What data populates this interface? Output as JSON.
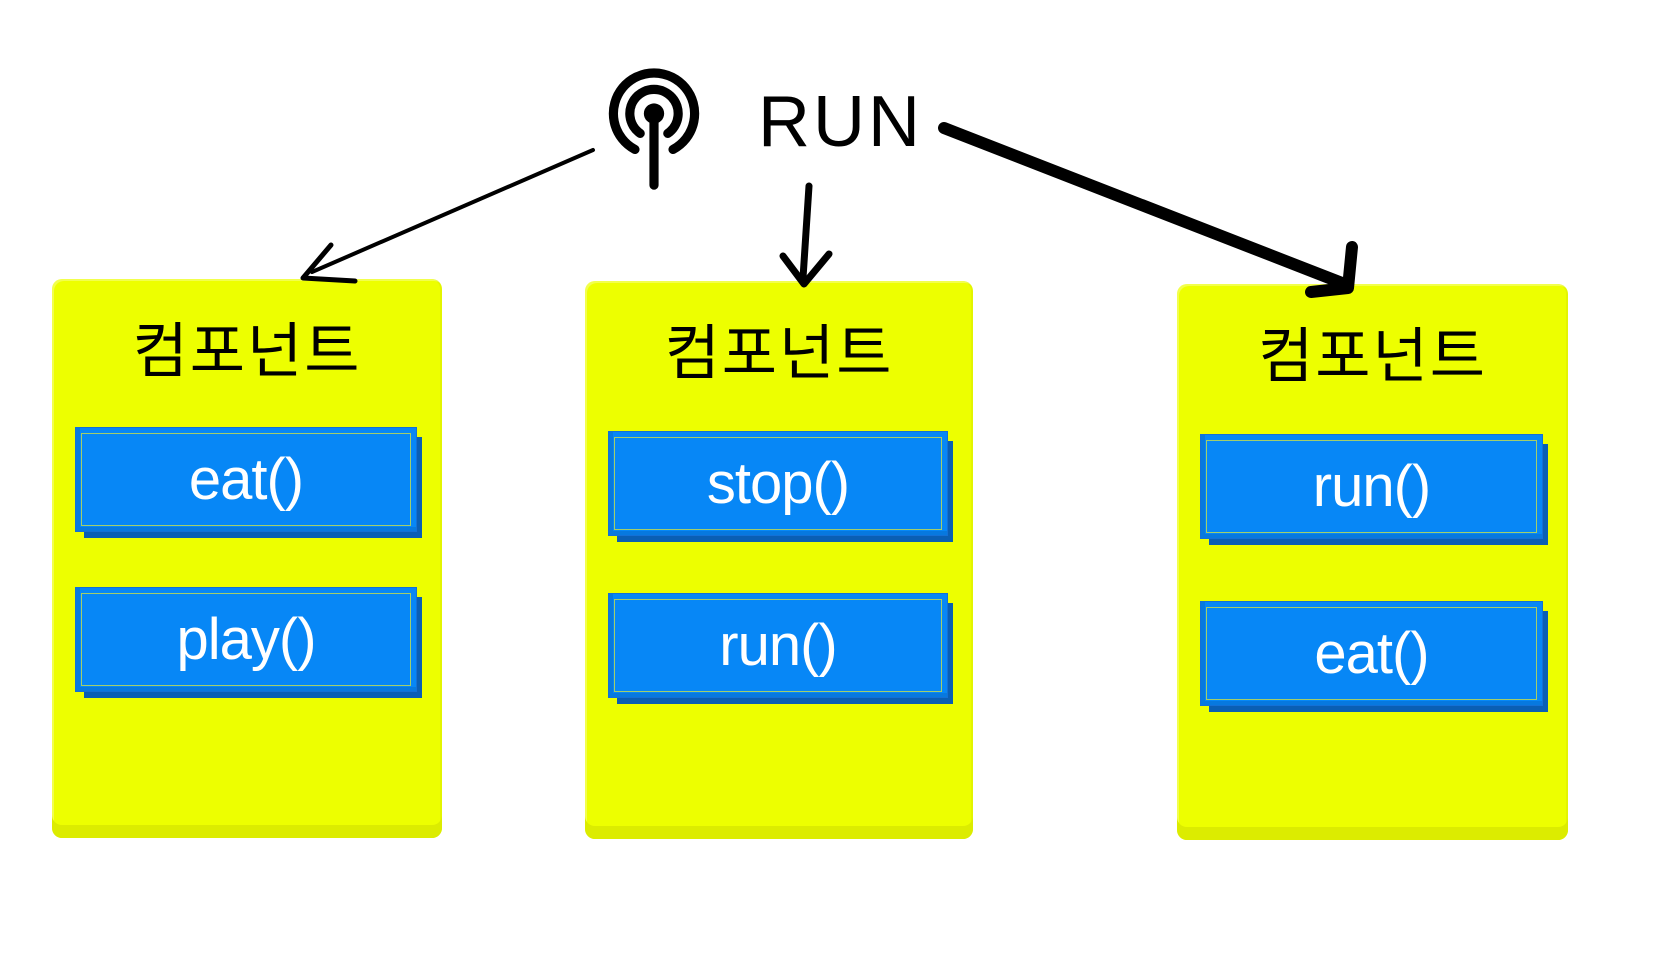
{
  "header": {
    "event_label": "RUN",
    "icon": "broadcast-icon"
  },
  "colors": {
    "box_bg": "#EDFF00",
    "box_bevel": "#DCEC00",
    "button_bg": "#0787F6",
    "button_edge": "#1470D6",
    "button_shadow": "#0A5FB4",
    "button_inner_border": "#D7E63C",
    "arrow": "#000000",
    "text_dark": "#000000",
    "text_light": "#FFFFFF"
  },
  "components": [
    {
      "title": "컴포넌트",
      "methods": [
        "eat()",
        "play()"
      ]
    },
    {
      "title": "컴포넌트",
      "methods": [
        "stop()",
        "run()"
      ]
    },
    {
      "title": "컴포넌트",
      "methods": [
        "run()",
        "eat()"
      ]
    }
  ]
}
